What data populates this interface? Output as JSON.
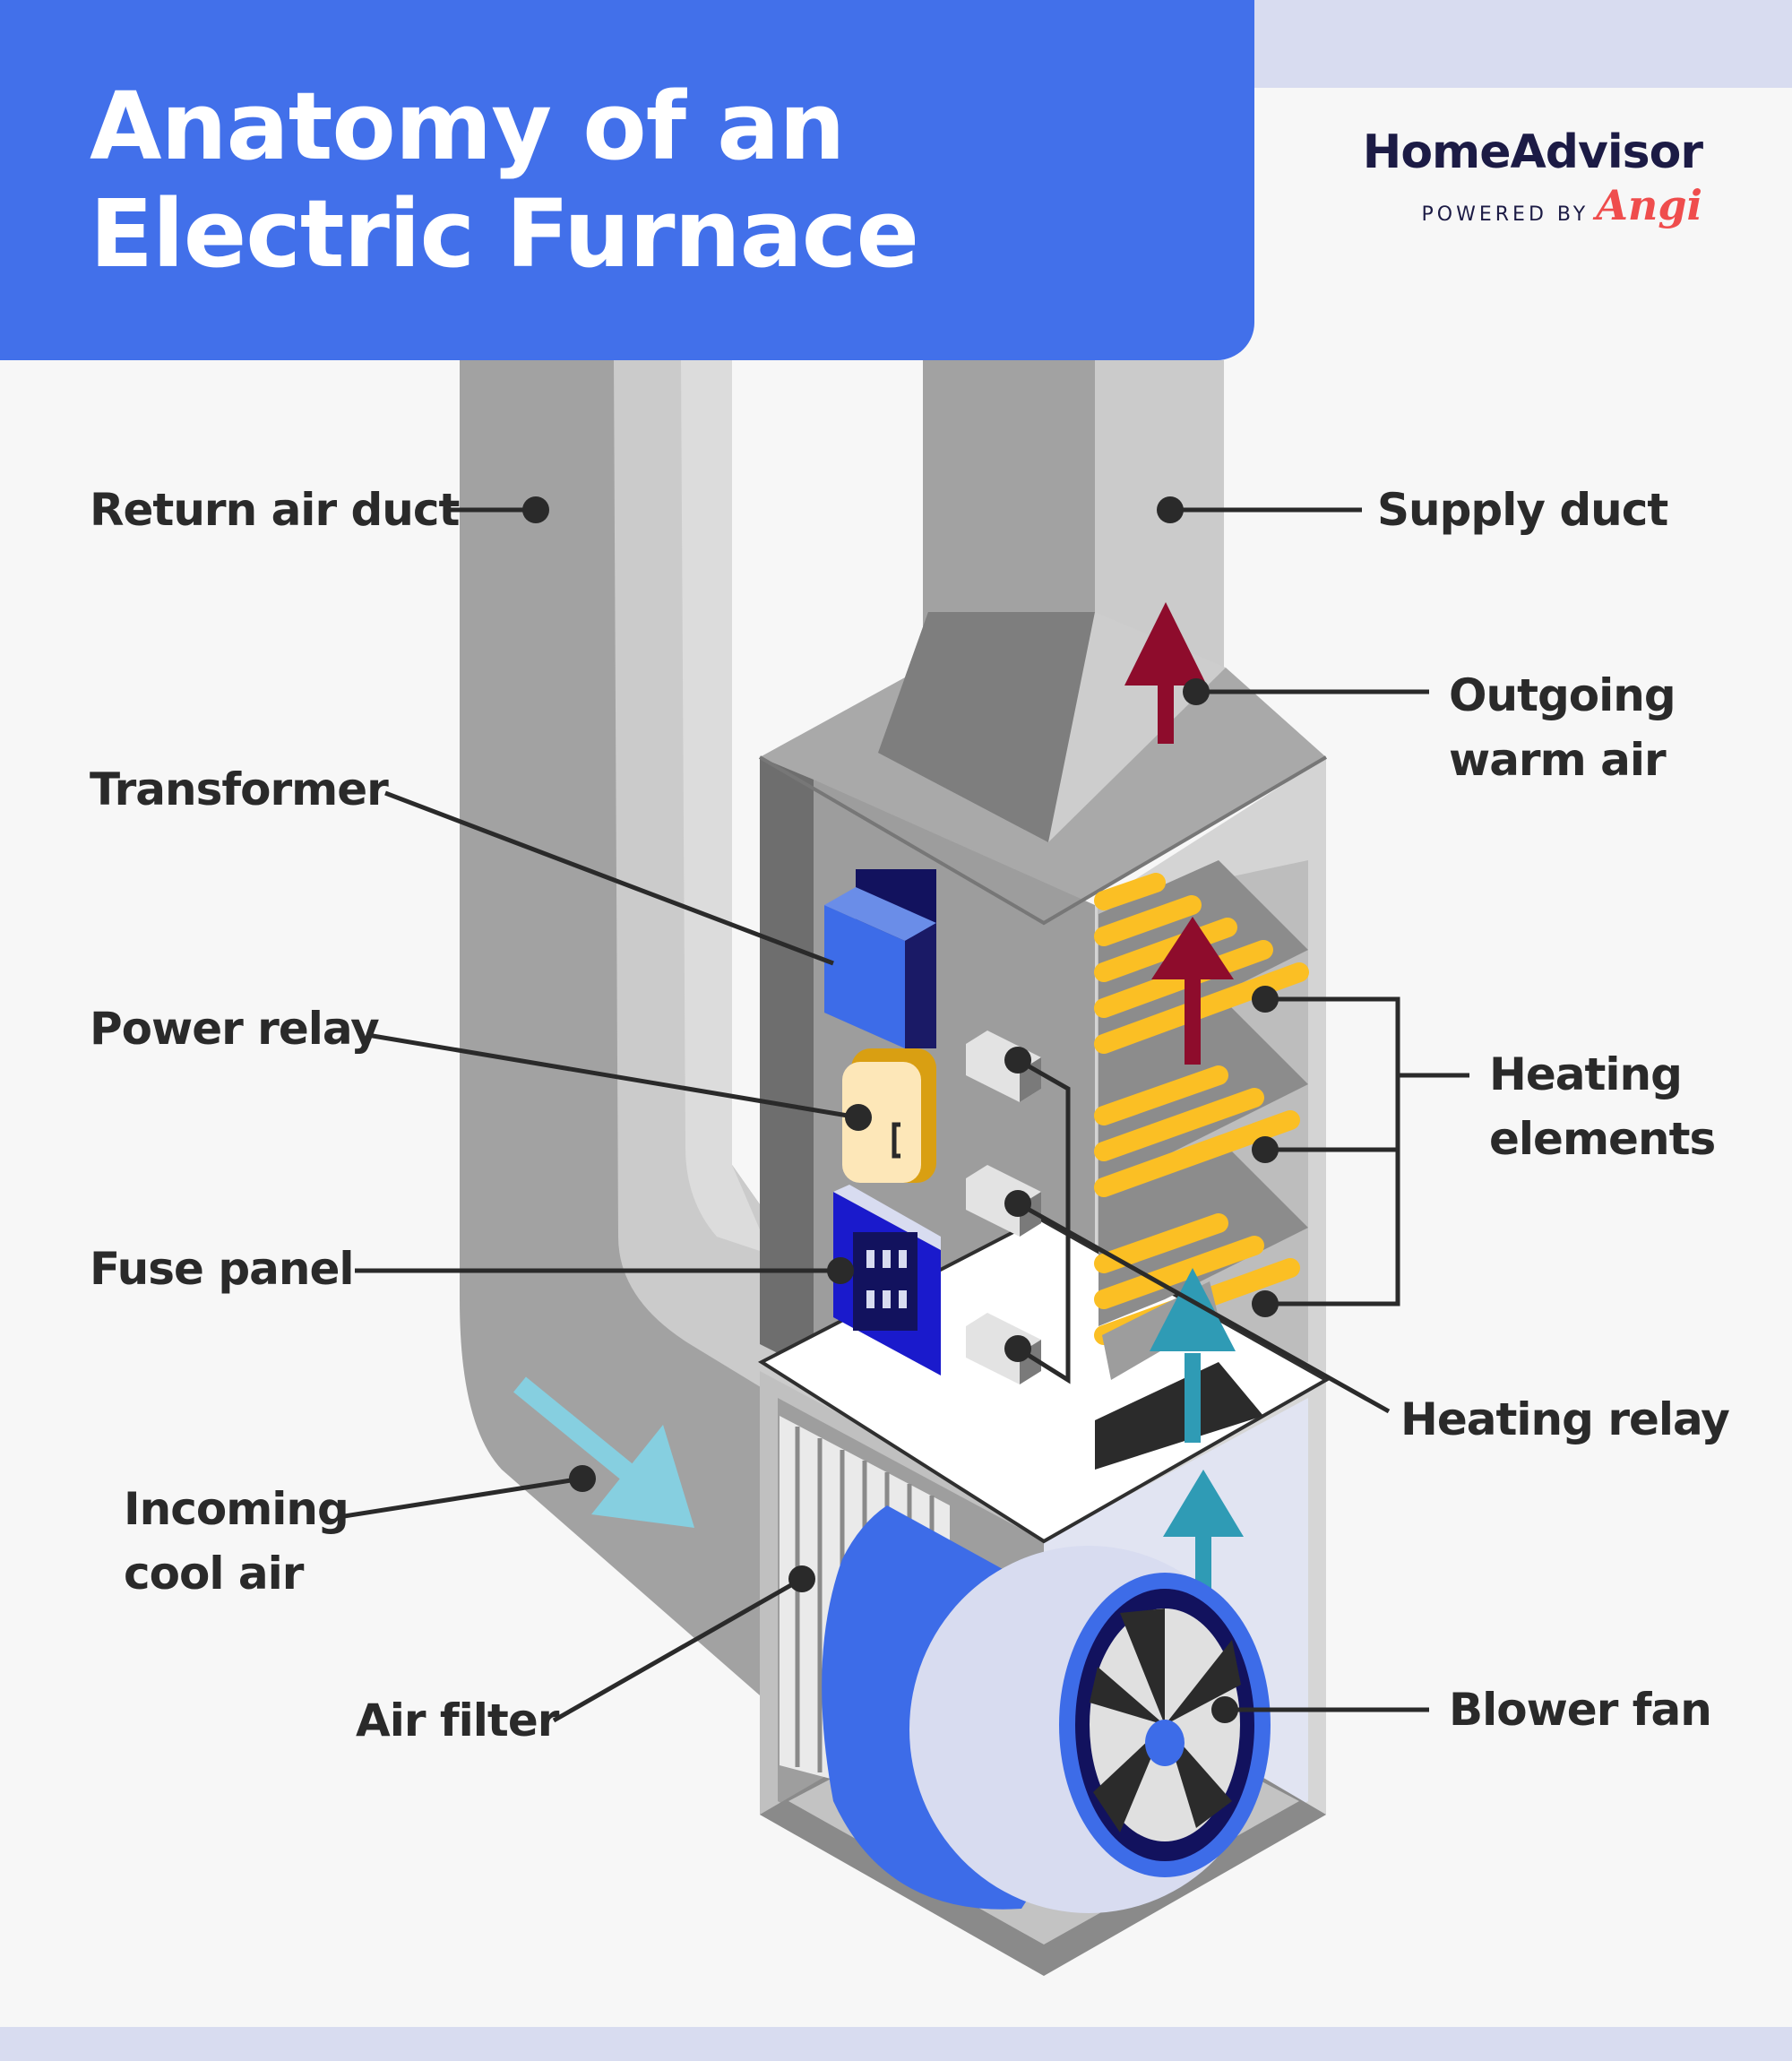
{
  "title": {
    "line1": "Anatomy of an",
    "line2": "Electric Furnace"
  },
  "brand": {
    "name": "HomeAdvisor",
    "powered_by": "POWERED BY",
    "partner": "Angi"
  },
  "labels": {
    "return_air_duct": "Return air duct",
    "supply_duct": "Supply duct",
    "outgoing_warm_air": [
      "Outgoing",
      "warm air"
    ],
    "transformer": "Transformer",
    "power_relay": "Power relay",
    "fuse_panel": "Fuse panel",
    "heating_elements": [
      "Heating",
      "elements"
    ],
    "heating_relay": "Heating relay",
    "incoming_cool_air": [
      "Incoming",
      "cool air"
    ],
    "air_filter": "Air filter",
    "blower_fan": "Blower fan"
  },
  "colors": {
    "title_bg": "#4270ea",
    "accent_blue": "#3d6ce8",
    "warm_arrow": "#8e0c2c",
    "cool_arrow_light": "#86cfe0",
    "cool_arrow_teal": "#2f9bb5",
    "heating_coil": "#fbbf24",
    "background": "#f7f7f7",
    "frame_light": "#d8dcf0"
  }
}
